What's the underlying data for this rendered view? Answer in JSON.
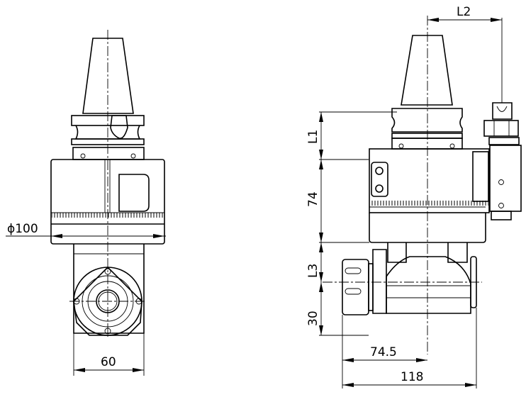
{
  "front_view": {
    "diameter_label": "ϕ100",
    "width_label": "60"
  },
  "side_view": {
    "l1_label": "L1",
    "l2_label": "L2",
    "l3_label": "L3",
    "body_height_label": "74",
    "collet_height_label": "30",
    "collet_offset_label": "74.5",
    "overall_length_label": "118"
  }
}
